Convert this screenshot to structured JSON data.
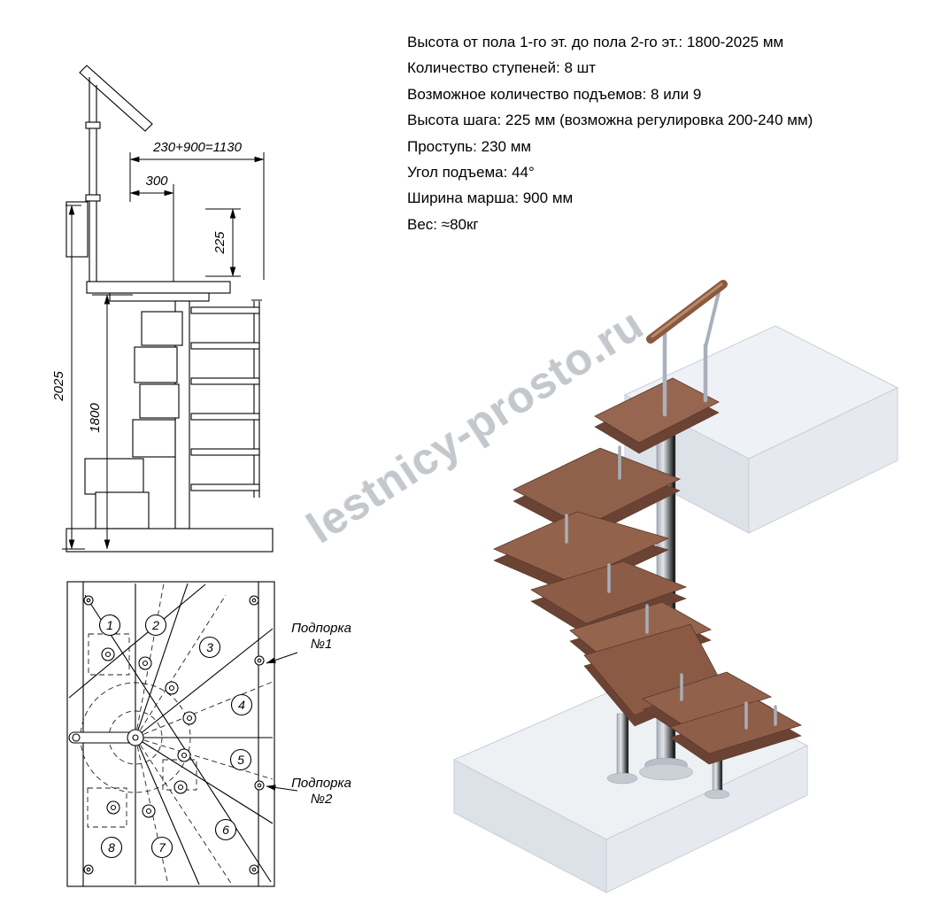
{
  "specs": {
    "lines": [
      "Высота от пола 1-го эт. до пола 2-го эт.: 1800-2025 мм",
      "Количество ступеней: 8 шт",
      "Возможное количество подъемов: 8 или 9",
      "Высота шага: 225 мм (возможна регулировка 200-240 мм)",
      "Проступь: 230 мм",
      "Угол подъема: 44°",
      "Ширина марша: 900 мм",
      "Вес: ≈80кг"
    ]
  },
  "elevation": {
    "dims": {
      "top_width": "230+900=1130",
      "platform_depth": "300",
      "step_rise": "225",
      "total_height": "2025",
      "stair_height": "1800"
    }
  },
  "plan": {
    "step_numbers": [
      "1",
      "2",
      "3",
      "4",
      "5",
      "6",
      "7",
      "8"
    ],
    "support1": {
      "line1": "Подпорка",
      "line2": "№1"
    },
    "support2": {
      "line1": "Подпорка",
      "line2": "№2"
    }
  },
  "watermark": {
    "text": "lestnicy-prosto.ru"
  }
}
